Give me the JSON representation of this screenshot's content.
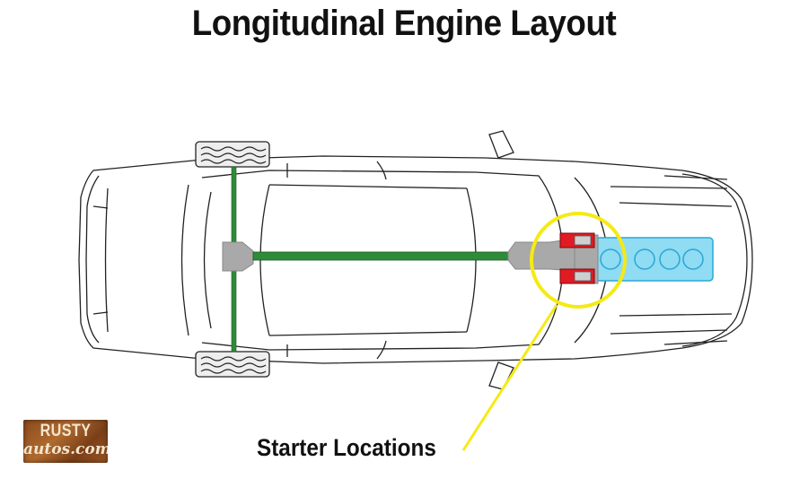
{
  "title": "Longitudinal Engine Layout",
  "callout_label": "Starter Locations",
  "logo": {
    "line1": "RUSTY",
    "line2": "autos.com"
  },
  "colors": {
    "driveshaft": "#2e8b3a",
    "engine": "#8fdcf3",
    "engine_stroke": "#2aa6d6",
    "starter": "#e01b24",
    "highlight_circle": "#f5ea14",
    "transmission": "#a9a9a9",
    "outline": "#222222"
  }
}
